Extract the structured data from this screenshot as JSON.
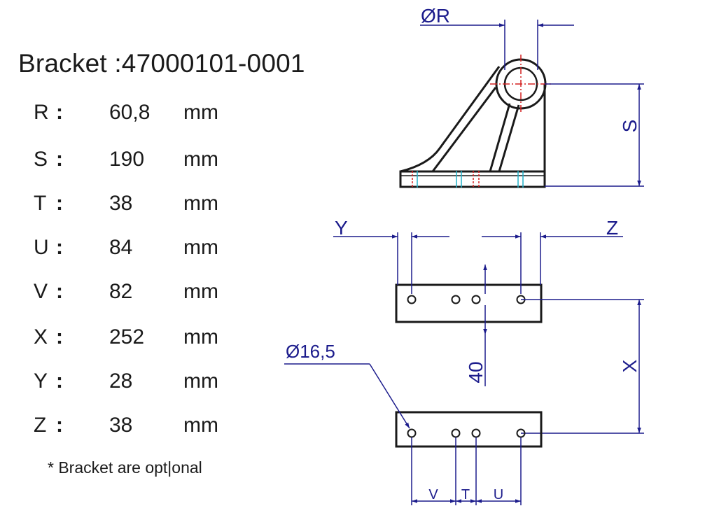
{
  "title": "Bracket :47000101-0001",
  "specs": [
    {
      "key": "R",
      "value": "60,8",
      "unit": "mm"
    },
    {
      "key": "S",
      "value": "190",
      "unit": "mm"
    },
    {
      "key": "T",
      "value": "38",
      "unit": "mm"
    },
    {
      "key": "U",
      "value": "84",
      "unit": "mm"
    },
    {
      "key": "V",
      "value": "82",
      "unit": "mm"
    },
    {
      "key": "X",
      "value": "252",
      "unit": "mm"
    },
    {
      "key": "Y",
      "value": "28",
      "unit": "mm"
    },
    {
      "key": "Z",
      "value": "38",
      "unit": "mm"
    }
  ],
  "colon": ":",
  "note": "* Bracket are opt|onal",
  "labels": {
    "diameter_r": "ØR",
    "s": "S",
    "y": "Y",
    "z": "Z",
    "forty": "40",
    "x": "X",
    "hole": "Ø16,5",
    "v": "V",
    "t": "T",
    "u": "U"
  },
  "colors": {
    "outline": "#1a1a1a",
    "dimension": "#1c1c8c",
    "centerline_red": "#d42020",
    "centerline_cyan": "#20b0c8"
  }
}
